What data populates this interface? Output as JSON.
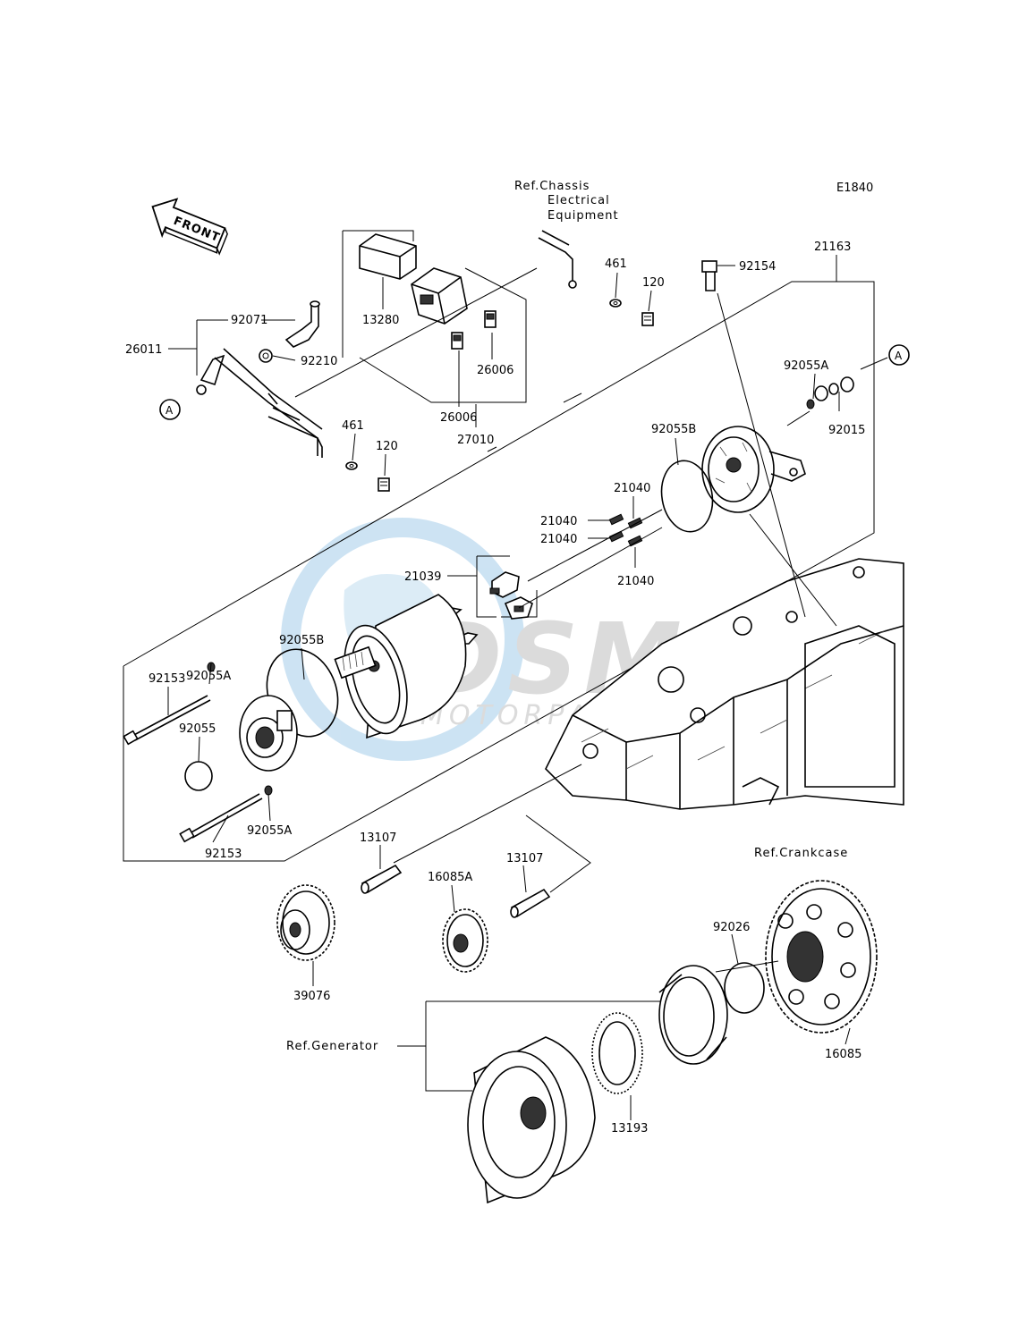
{
  "diagram_code": "E1840",
  "front_label": "FRONT",
  "watermark": {
    "brand": "DSM",
    "sub": "MOTORPARTS"
  },
  "refs": {
    "chassis": [
      "Ref.Chassis",
      "Electrical",
      "Equipment"
    ],
    "crankcase": "Ref.Crankcase",
    "generator": "Ref.Generator"
  },
  "callout_a": "A",
  "parts": {
    "p92071": "92071",
    "p26011": "26011",
    "p92210": "92210",
    "p13280": "13280",
    "p26006a": "26006",
    "p26006b": "26006",
    "p27010": "27010",
    "p461a": "461",
    "p120a": "120",
    "p461b": "461",
    "p120b": "120",
    "p92154": "92154",
    "p21163": "21163",
    "p92055A_top": "92055A",
    "p92015": "92015",
    "p92055B_top": "92055B",
    "p21040a": "21040",
    "p21040b": "21040",
    "p21040c": "21040",
    "p21040d": "21040",
    "p21039": "21039",
    "p92055A_left": "92055A",
    "p92055B_left": "92055B",
    "p92153a": "92153",
    "p92055": "92055",
    "p92055A_bot": "92055A",
    "p92153b": "92153",
    "p13107a": "13107",
    "p16085A": "16085A",
    "p13107b": "13107",
    "p39076": "39076",
    "p92026": "92026",
    "p16085": "16085",
    "p13193": "13193"
  }
}
